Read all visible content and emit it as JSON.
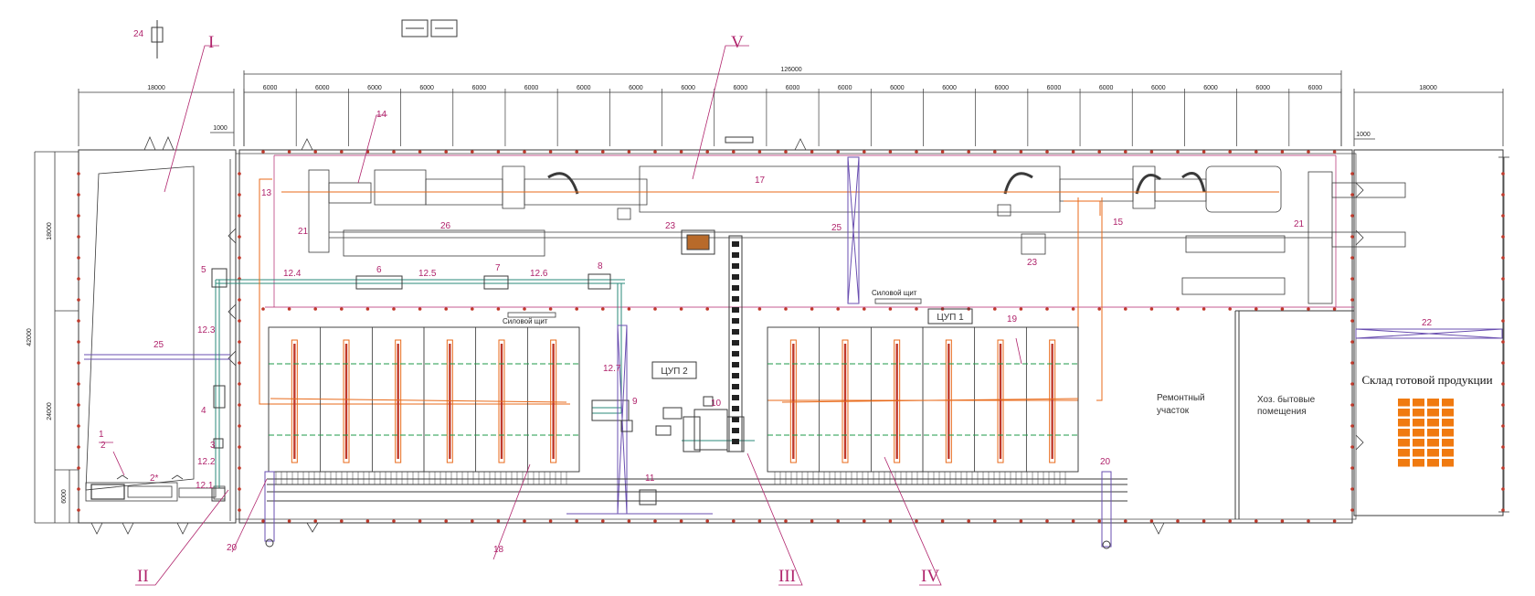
{
  "colors": {
    "line": "#3a3a3a",
    "leader": "#b0246c",
    "crane": "#6a4fb0",
    "orange": "#e86a1a",
    "green": "#1e9a48",
    "teal": "#2a8a7a",
    "box": "#f07a10"
  },
  "dimensions": {
    "total_top": "126000",
    "bays": [
      "6000",
      "6000",
      "6000",
      "6000",
      "6000",
      "6000",
      "6000",
      "6000",
      "6000",
      "6000",
      "6000",
      "6000",
      "6000",
      "6000",
      "6000",
      "6000",
      "6000",
      "6000",
      "6000",
      "6000",
      "6000"
    ],
    "left_span": "18000",
    "right_span": "18000",
    "left_offset": "1000",
    "right_offset": "1000",
    "height_total": "42000",
    "height_part_a": "18000",
    "height_part_b": "24000",
    "height_part_c": "6000"
  },
  "sections": {
    "I": "I",
    "II": "II",
    "III": "III",
    "IV": "IV",
    "V": "V"
  },
  "labels": {
    "n1": "1",
    "n2": "2",
    "n2star": "2*",
    "n3": "3",
    "n4": "4",
    "n5": "5",
    "n6": "6",
    "n7": "7",
    "n8": "8",
    "n9": "9",
    "n10": "10",
    "n11": "11",
    "n13": "13",
    "n14": "14",
    "n15": "15",
    "n17": "17",
    "n18": "18",
    "n19": "19",
    "n20a": "20",
    "n20b": "20",
    "n21a": "21",
    "n21b": "21",
    "n22": "22",
    "n23a": "23",
    "n23b": "23",
    "n24": "24",
    "n25a": "25",
    "n25b": "25",
    "n26": "26",
    "s12_1": "12.1",
    "s12_2": "12.2",
    "s12_3": "12.3",
    "s12_4": "12.4",
    "s12_5": "12.5",
    "s12_6": "12.6",
    "s12_7": "12.7"
  },
  "boxes": {
    "cup1": "ЦУП 1",
    "cup2": "ЦУП 2"
  },
  "switchboards": {
    "a": "Силовой щит",
    "b": "Силовой щит"
  },
  "rooms": {
    "repair_l1": "Ремонтный",
    "repair_l2": "участок",
    "service_l1": "Хоз. бытовые",
    "service_l2": "помещения",
    "warehouse": "Склад готовой продукции"
  }
}
